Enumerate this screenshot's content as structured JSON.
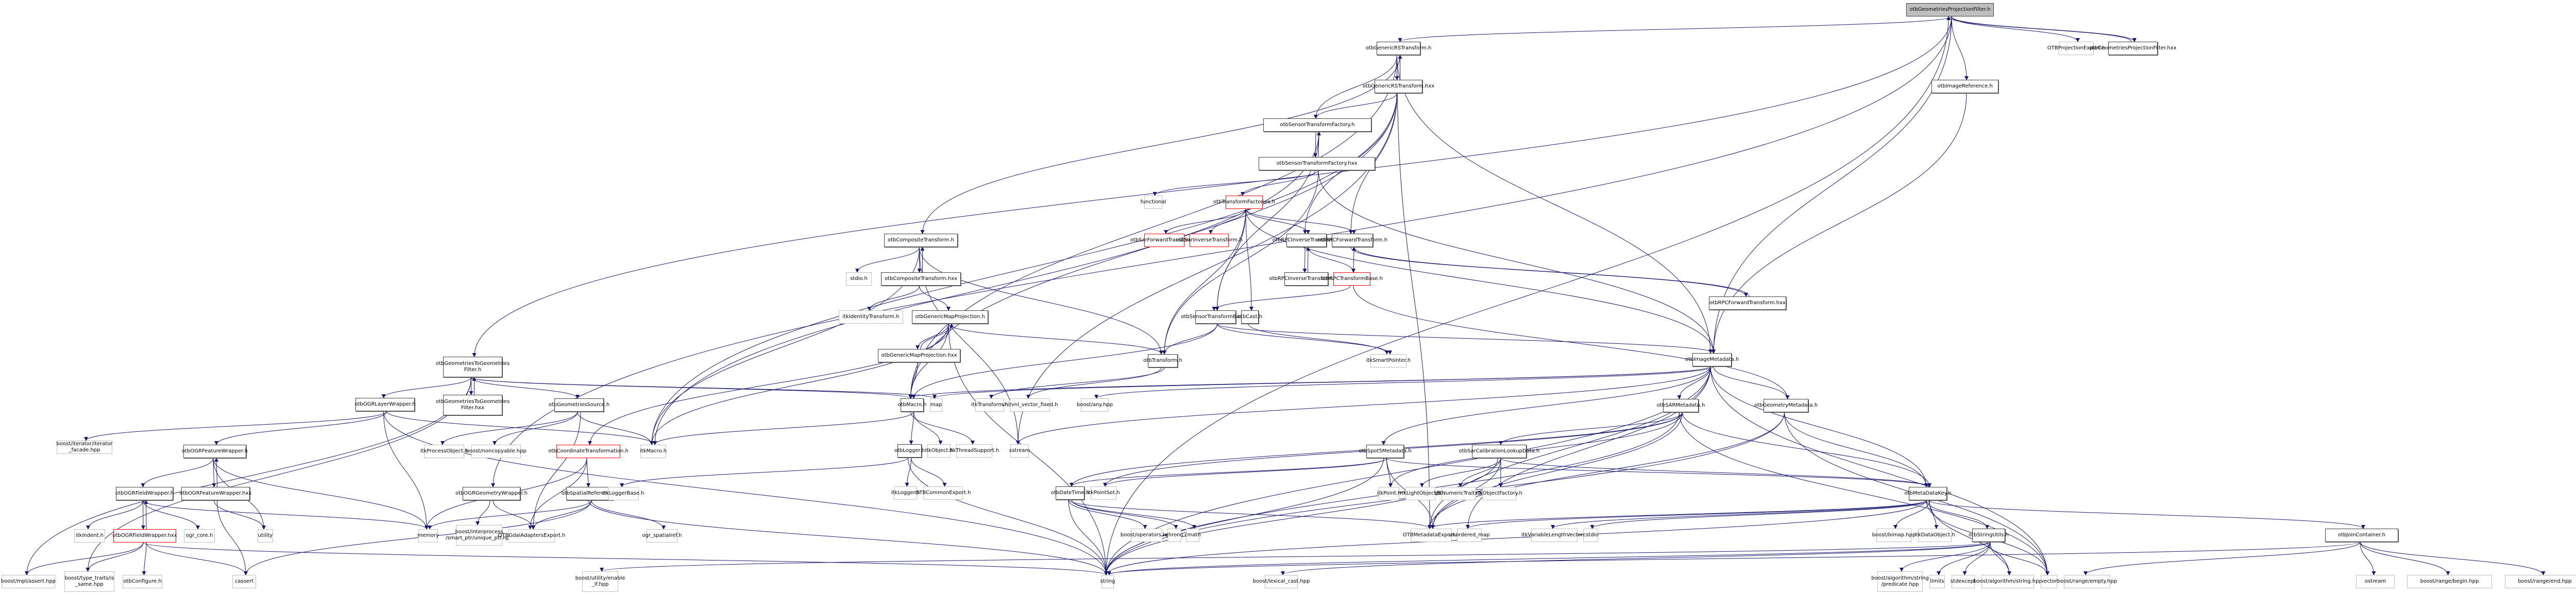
{
  "graph": {
    "title": "otbGeometriesProjectionFilter.h",
    "colors": {
      "edge": "#191970",
      "documented_border": "#404040",
      "undocumented_border": "#bfbfbf",
      "incomplete_border": "#ff0000",
      "root_fill": "#bfbfbf"
    },
    "nodes": {
      "root": "otbGeometriesProjectionFilter.h",
      "projexport": "OTBProjectionExport.h",
      "gpfhxx": "otbGeometriesProjectionFilter.hxx",
      "imgref": "otbImageReference.h",
      "grs": "otbGenericRSTransform.h",
      "grshxx": "otbGenericRSTransform.hxx",
      "stf": "otbSensorTransformFactory.h",
      "stfhxx": "otbSensorTransformFactory.hxx",
      "functional": "functional",
      "tfact": "otbTransformFactories.h",
      "sarfwd": "otbSarForwardTransform.h",
      "sarinv": "otbSarInverseTransform.h",
      "rpcinv": "otbRPCInverseTransform.h",
      "rpcfwd": "otbRPCForwardTransform.h",
      "rpcinvhxx": "otbRPCInverseTransform.hxx",
      "rpcbase": "otbRPCTransformBase.h",
      "rpcfwdhxx": "otbRPCForwardTransform.hxx",
      "stb": "otbSensorTransformBase.h",
      "cast": "otbCast.h",
      "smartptr": "itkSmartPointer.h",
      "comp": "otbCompositeTransform.h",
      "stdio": "stdio.h",
      "comphxx": "otbCompositeTransform.hxx",
      "identity": "itkIdentityTransform.h",
      "gmp": "otbGenericMapProjection.h",
      "gmphxx": "otbGenericMapProjection.hxx",
      "otbtransform": "otbTransform.h",
      "g2g": "otbGeometriesToGeometries\nFilter.h",
      "g2ghxx": "otbGeometriesToGeometries\nFilter.hxx",
      "layer": "otbOGRLayerWrapper.h",
      "gsource": "otbGeometriesSource.h",
      "itermfacade": "boost/iterator/iterator\n_facade.hpp",
      "feature": "otbOGRFeatureWrapper.h",
      "featurehxx": "otbOGRFeatureWrapper.hxx",
      "field": "otbOGRFieldWrapper.h",
      "fieldhxx": "otbOGRFieldWrapper.hxx",
      "itkindent": "itkIndent.h",
      "ogrcore": "ogr_core.h",
      "utility": "utility",
      "memory": "memory",
      "procobj": "itkProcessObject.h",
      "noncopy": "boost/noncopyable.hpp",
      "geomwrap": "otbOGRGeometryWrapper.h",
      "uniqueptr": "boost/interprocess\n/smart_ptr/unique_ptr.hpp",
      "gdalexport": "OTBGdalAdaptersExport.h",
      "coordtrans": "otbCoordinateTransformation.h",
      "spatialref": "otbSpatialReference.h",
      "ogrspatial": "ogr_spatialref.h",
      "mplassert": "boost/mpl/assert.hpp",
      "issame": "boost/type_traits/is\n_same.hpp",
      "configure": "otbConfigure.h",
      "cassert": "cassert",
      "enableif": "boost/utility/enable\n_if.hpp",
      "itkmacro": "itkMacro.h",
      "otbmacro": "otbMacro.h",
      "map": "map",
      "itktransform": "itkTransform.h",
      "vnl": "vnl/vnl_vector_fixed.h",
      "logger": "otbLogger.h",
      "itkobject": "itkObject.h",
      "threadsupport": "itkThreadSupport.h",
      "loggerbase": "itkLoggerBase.h",
      "itklogger": "itkLogger.h",
      "commonexport": "OTBCommonExport.h",
      "sstream": "sstream",
      "boostany": "boost/any.hpp",
      "imgmeta": "otbImageMetadata.h",
      "sarmeta": "otbSARMetadata.h",
      "geommeta": "otbGeometryMetadata.h",
      "spot5": "otbSpot5Metadata.h",
      "sarcal": "otbSarCalibrationLookupData.h",
      "datetime": "otbDateTime.h",
      "pointset": "itkPointSet.h",
      "itkpoint": "itkPoint.h",
      "lightobj": "itkLightObject.h",
      "numtraits": "itkNumericTraits.h",
      "objfactory": "itkObjectFactory.h",
      "mdkey": "otbMetaDataKey.h",
      "operators": "boost/operators.hpp",
      "chrono": "chrono",
      "cmath": "cmath",
      "metaexport": "OTBMetadataExport.h",
      "unordered": "unordered_map",
      "varlen": "itkVariableLengthVector.h",
      "cstdio": "cstdio",
      "bimap": "boost/bimap.hpp",
      "dataobj": "itkDataObject.h",
      "strutils": "otbStringUtils.h",
      "join": "otbJoinContainer.h",
      "string": "string",
      "lexical": "boost/lexical_cast.hpp",
      "predicate": "boost/algorithm/string\n/predicate.hpp",
      "limits": "limits",
      "stdexcept": "stdexcept",
      "algstring": "boost/algorithm/string.hpp",
      "vector": "vector",
      "rangeempty": "boost/range/empty.hpp",
      "ostream": "ostream",
      "rangebegin": "boost/range/begin.hpp",
      "rangeend": "boost/range/end.hpp"
    },
    "edges": [
      [
        "root",
        "projexport"
      ],
      [
        "root",
        "gpfhxx"
      ],
      [
        "gpfhxx",
        "root"
      ],
      [
        "root",
        "imgref"
      ],
      [
        "root",
        "grs"
      ],
      [
        "root",
        "g2g"
      ],
      [
        "root",
        "geomwrap"
      ],
      [
        "root",
        "string"
      ],
      [
        "root",
        "imgmeta"
      ],
      [
        "grs",
        "grshxx"
      ],
      [
        "grshxx",
        "grs"
      ],
      [
        "grs",
        "stf"
      ],
      [
        "grs",
        "comp"
      ],
      [
        "grs",
        "imgmeta"
      ],
      [
        "grs",
        "otbmacro"
      ],
      [
        "grs",
        "metaexport"
      ],
      [
        "grshxx",
        "stf"
      ],
      [
        "grshxx",
        "rpcinv"
      ],
      [
        "grshxx",
        "rpcfwd"
      ],
      [
        "grshxx",
        "otbmacro"
      ],
      [
        "grshxx",
        "sstream"
      ],
      [
        "grshxx",
        "itkmacro"
      ],
      [
        "stf",
        "stfhxx"
      ],
      [
        "stfhxx",
        "stf"
      ],
      [
        "stf",
        "stb"
      ],
      [
        "stf",
        "itkmacro"
      ],
      [
        "stfhxx",
        "functional"
      ],
      [
        "stfhxx",
        "tfact"
      ],
      [
        "stfhxx",
        "otbtransform"
      ],
      [
        "stfhxx",
        "imgmeta"
      ],
      [
        "tfact",
        "sarfwd"
      ],
      [
        "tfact",
        "sarinv"
      ],
      [
        "tfact",
        "rpcinv"
      ],
      [
        "tfact",
        "rpcfwd"
      ],
      [
        "tfact",
        "stb"
      ],
      [
        "tfact",
        "cast"
      ],
      [
        "tfact",
        "otbtransform"
      ],
      [
        "tfact",
        "imgmeta"
      ],
      [
        "rpcinv",
        "rpcinvhxx"
      ],
      [
        "rpcinvhxx",
        "rpcinv"
      ],
      [
        "rpcinv",
        "rpcbase"
      ],
      [
        "rpcfwd",
        "rpcbase"
      ],
      [
        "rpcfwd",
        "rpcfwdhxx"
      ],
      [
        "rpcfwdhxx",
        "rpcfwd"
      ],
      [
        "rpcbase",
        "stb"
      ],
      [
        "rpcbase",
        "geommeta"
      ],
      [
        "stb",
        "otbtransform"
      ],
      [
        "stb",
        "otbmacro"
      ],
      [
        "stb",
        "smartptr"
      ],
      [
        "stb",
        "imgmeta"
      ],
      [
        "cast",
        "smartptr"
      ],
      [
        "comp",
        "comphxx"
      ],
      [
        "comphxx",
        "comp"
      ],
      [
        "comp",
        "stdio"
      ],
      [
        "comp",
        "otbtransform"
      ],
      [
        "comp",
        "itkmacro"
      ],
      [
        "comp",
        "sstream"
      ],
      [
        "comphxx",
        "identity"
      ],
      [
        "comphxx",
        "gmp"
      ],
      [
        "gmp",
        "gmphxx"
      ],
      [
        "gmphxx",
        "gmp"
      ],
      [
        "gmp",
        "otbtransform"
      ],
      [
        "gmp",
        "coordtrans"
      ],
      [
        "gmp",
        "otbmacro"
      ],
      [
        "gmp",
        "string"
      ],
      [
        "gmp",
        "itkmacro"
      ],
      [
        "gmphxx",
        "otbmacro"
      ],
      [
        "otbtransform",
        "itktransform"
      ],
      [
        "otbtransform",
        "vnl"
      ],
      [
        "g2g",
        "g2ghxx"
      ],
      [
        "g2ghxx",
        "g2g"
      ],
      [
        "g2g",
        "layer"
      ],
      [
        "g2g",
        "gsource"
      ],
      [
        "g2g",
        "otbmacro"
      ],
      [
        "g2g",
        "map"
      ],
      [
        "g2g",
        "mplassert"
      ],
      [
        "g2g",
        "issame"
      ],
      [
        "layer",
        "feature"
      ],
      [
        "layer",
        "itermfacade"
      ],
      [
        "layer",
        "memory"
      ],
      [
        "layer",
        "itkmacro"
      ],
      [
        "layer",
        "string"
      ],
      [
        "feature",
        "featurehxx"
      ],
      [
        "featurehxx",
        "feature"
      ],
      [
        "feature",
        "field"
      ],
      [
        "feature",
        "memory"
      ],
      [
        "feature",
        "utility"
      ],
      [
        "featurehxx",
        "cassert"
      ],
      [
        "featurehxx",
        "utility"
      ],
      [
        "field",
        "fieldhxx"
      ],
      [
        "fieldhxx",
        "field"
      ],
      [
        "field",
        "itkindent"
      ],
      [
        "field",
        "ogrcore"
      ],
      [
        "field",
        "memory"
      ],
      [
        "fieldhxx",
        "mplassert"
      ],
      [
        "fieldhxx",
        "issame"
      ],
      [
        "fieldhxx",
        "configure"
      ],
      [
        "fieldhxx",
        "cassert"
      ],
      [
        "fieldhxx",
        "string"
      ],
      [
        "gsource",
        "procobj"
      ],
      [
        "gsource",
        "noncopy"
      ],
      [
        "gsource",
        "itkmacro"
      ],
      [
        "gsource",
        "gdalexport"
      ],
      [
        "geomwrap",
        "uniqueptr"
      ],
      [
        "geomwrap",
        "gdalexport"
      ],
      [
        "coordtrans",
        "spatialref"
      ],
      [
        "coordtrans",
        "memory"
      ],
      [
        "coordtrans",
        "gdalexport"
      ],
      [
        "spatialref",
        "memory"
      ],
      [
        "spatialref",
        "gdalexport"
      ],
      [
        "spatialref",
        "ogrspatial"
      ],
      [
        "spatialref",
        "string"
      ],
      [
        "spatialref",
        "cassert"
      ],
      [
        "otbmacro",
        "itkmacro"
      ],
      [
        "otbmacro",
        "logger"
      ],
      [
        "otbmacro",
        "itkobject"
      ],
      [
        "otbmacro",
        "threadsupport"
      ],
      [
        "logger",
        "loggerbase"
      ],
      [
        "logger",
        "itklogger"
      ],
      [
        "logger",
        "commonexport"
      ],
      [
        "logger",
        "string"
      ],
      [
        "imgmeta",
        "otbmacro"
      ],
      [
        "imgmeta",
        "map"
      ],
      [
        "imgmeta",
        "boostany"
      ],
      [
        "imgmeta",
        "sarmeta"
      ],
      [
        "imgmeta",
        "geommeta"
      ],
      [
        "imgmeta",
        "spot5"
      ],
      [
        "imgmeta",
        "mdkey"
      ],
      [
        "imgmeta",
        "string"
      ],
      [
        "imgmeta",
        "vector"
      ],
      [
        "imgmeta",
        "metaexport"
      ],
      [
        "imgmeta",
        "unordered"
      ],
      [
        "imgmeta",
        "sstream"
      ],
      [
        "imgref",
        "imgmeta"
      ],
      [
        "sarmeta",
        "sarcal"
      ],
      [
        "sarmeta",
        "datetime"
      ],
      [
        "sarmeta",
        "itkpoint"
      ],
      [
        "sarmeta",
        "pointset"
      ],
      [
        "sarmeta",
        "mdkey"
      ],
      [
        "sarmeta",
        "string"
      ],
      [
        "sarmeta",
        "vector"
      ],
      [
        "sarmeta",
        "metaexport"
      ],
      [
        "geommeta",
        "mdkey"
      ],
      [
        "geommeta",
        "string"
      ],
      [
        "geommeta",
        "vector"
      ],
      [
        "geommeta",
        "metaexport"
      ],
      [
        "spot5",
        "datetime"
      ],
      [
        "spot5",
        "pointset"
      ],
      [
        "spot5",
        "itkpoint"
      ],
      [
        "spot5",
        "string"
      ],
      [
        "spot5",
        "metaexport"
      ],
      [
        "spot5",
        "mdkey"
      ],
      [
        "sarcal",
        "lightobj"
      ],
      [
        "sarcal",
        "numtraits"
      ],
      [
        "sarcal",
        "objfactory"
      ],
      [
        "sarcal",
        "string"
      ],
      [
        "sarcal",
        "metaexport"
      ],
      [
        "sarcal",
        "mdkey"
      ],
      [
        "datetime",
        "operators"
      ],
      [
        "datetime",
        "chrono"
      ],
      [
        "datetime",
        "cmath"
      ],
      [
        "datetime",
        "string"
      ],
      [
        "datetime",
        "metaexport"
      ],
      [
        "mdkey",
        "cstdio"
      ],
      [
        "mdkey",
        "bimap"
      ],
      [
        "mdkey",
        "dataobj"
      ],
      [
        "mdkey",
        "strutils"
      ],
      [
        "mdkey",
        "join"
      ],
      [
        "mdkey",
        "varlen"
      ],
      [
        "mdkey",
        "string"
      ],
      [
        "mdkey",
        "vector"
      ],
      [
        "mdkey",
        "metaexport"
      ],
      [
        "mdkey",
        "unordered"
      ],
      [
        "mdkey",
        "algstring"
      ],
      [
        "strutils",
        "predicate"
      ],
      [
        "strutils",
        "limits"
      ],
      [
        "strutils",
        "stdexcept"
      ],
      [
        "strutils",
        "algstring"
      ],
      [
        "strutils",
        "vector"
      ],
      [
        "strutils",
        "string"
      ],
      [
        "strutils",
        "lexical"
      ],
      [
        "strutils",
        "enableif"
      ],
      [
        "join",
        "rangeempty"
      ],
      [
        "join",
        "ostream"
      ],
      [
        "join",
        "rangebegin"
      ],
      [
        "join",
        "rangeend"
      ],
      [
        "join",
        "string"
      ]
    ]
  }
}
